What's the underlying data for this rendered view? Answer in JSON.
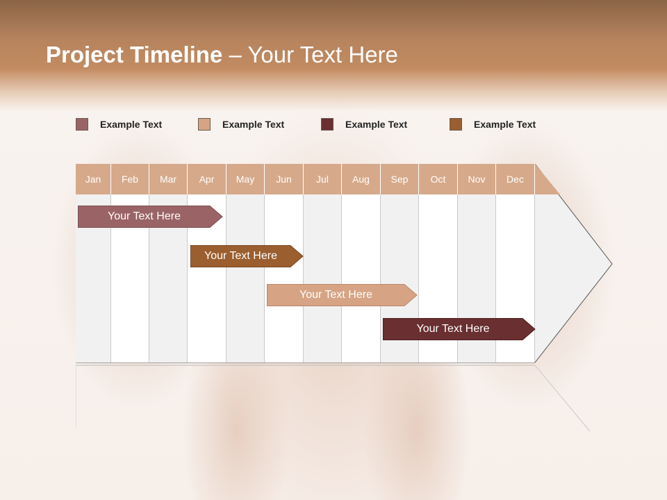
{
  "title": {
    "bold": "Project Timeline",
    "rest": " – Your Text Here"
  },
  "legend": [
    {
      "label": "Example Text",
      "color": "#9a6466"
    },
    {
      "label": "Example Text",
      "color": "#d6a484"
    },
    {
      "label": "Example Text",
      "color": "#6a2f30"
    },
    {
      "label": "Example Text",
      "color": "#9b5e2e"
    }
  ],
  "months": [
    "Jan",
    "Feb",
    "Mar",
    "Apr",
    "May",
    "Jun",
    "Jul",
    "Aug",
    "Sep",
    "Oct",
    "Nov",
    "Dec"
  ],
  "bars": [
    {
      "label": "Your  Text Here",
      "color": "#9a6466",
      "start": "Jan",
      "end": "Apr"
    },
    {
      "label": "Your  Text Here",
      "color": "#9b5e2e",
      "start": "Apr",
      "end": "Jun"
    },
    {
      "label": "Your  Text Here",
      "color": "#d6a484",
      "start": "Jun",
      "end": "Sep"
    },
    {
      "label": "Your  Text Here",
      "color": "#6a2f30",
      "start": "Sep",
      "end": "Dec"
    }
  ],
  "colors": {
    "month_header": "#d6a98a",
    "header_band": "#c38c62"
  }
}
